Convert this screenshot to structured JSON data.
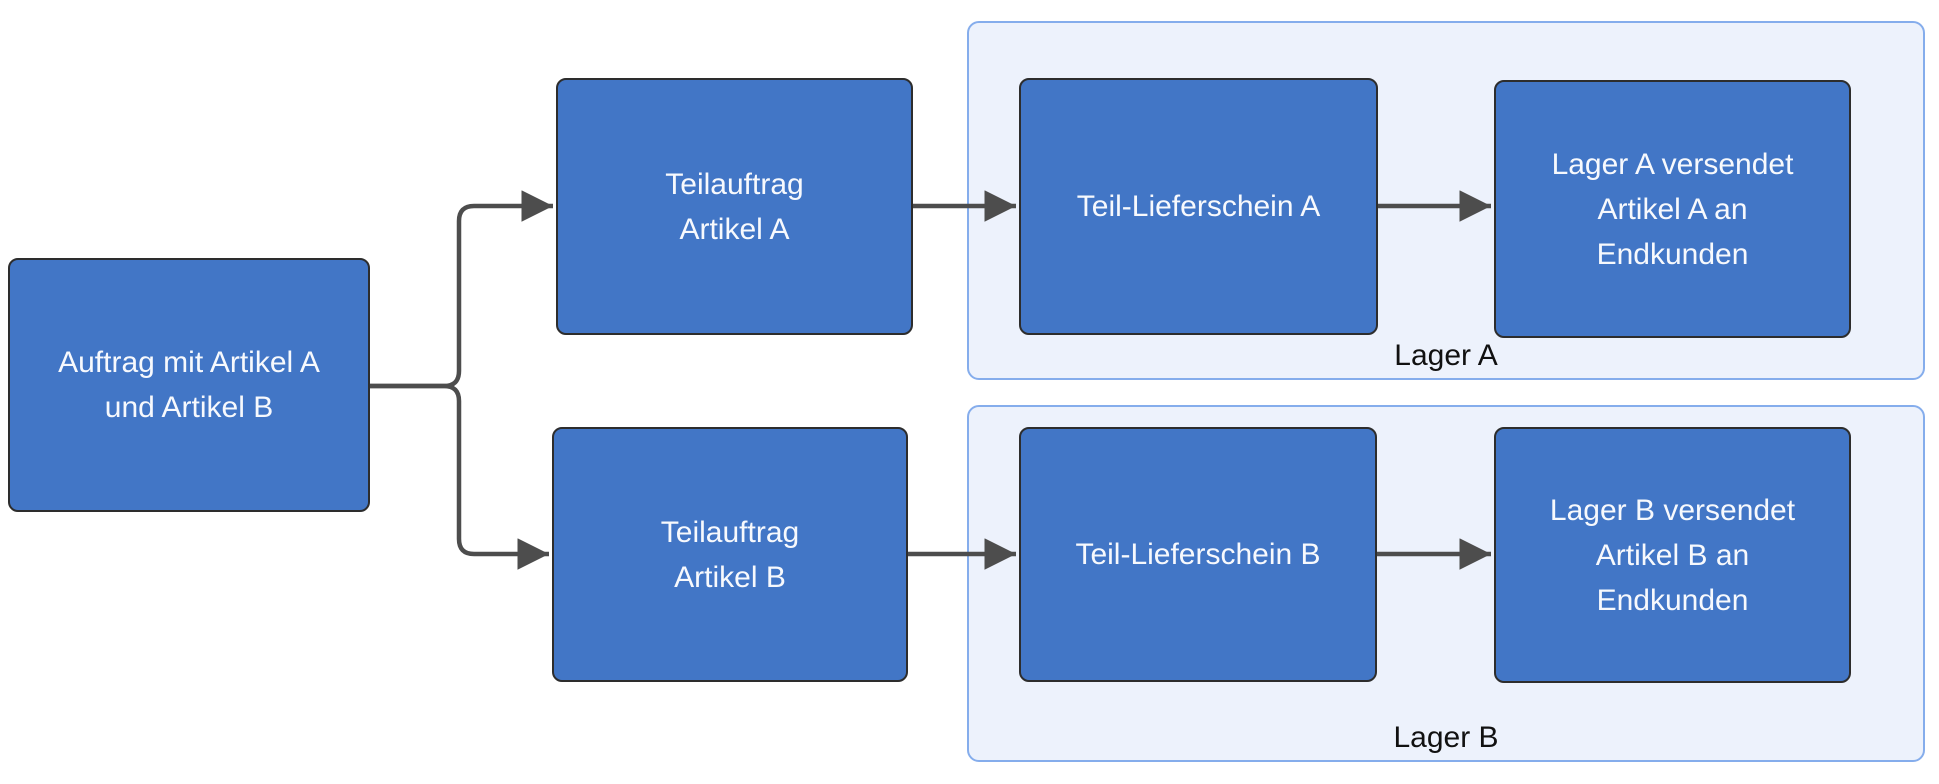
{
  "diagram": {
    "type": "flowchart",
    "direction": "left-to-right",
    "nodes": {
      "auftrag": {
        "label": "Auftrag mit Artikel A\nund Artikel B"
      },
      "teilauftrag_a": {
        "label": "Teilauftrag\nArtikel A"
      },
      "teil_lieferschein_a": {
        "label": "Teil-Lieferschein A"
      },
      "lager_a_versand": {
        "label": "Lager A versendet\nArtikel A an\nEndkunden"
      },
      "teilauftrag_b": {
        "label": "Teilauftrag\nArtikel B"
      },
      "teil_lieferschein_b": {
        "label": "Teil-Lieferschein B"
      },
      "lager_b_versand": {
        "label": "Lager B versendet\nArtikel B an\nEndkunden"
      }
    },
    "groups": {
      "lager_a": {
        "label": "Lager A"
      },
      "lager_b": {
        "label": "Lager B"
      }
    },
    "edges": [
      {
        "from": "auftrag",
        "to": "teilauftrag_a"
      },
      {
        "from": "auftrag",
        "to": "teilauftrag_b"
      },
      {
        "from": "teilauftrag_a",
        "to": "teil_lieferschein_a"
      },
      {
        "from": "teil_lieferschein_a",
        "to": "lager_a_versand"
      },
      {
        "from": "teilauftrag_b",
        "to": "teil_lieferschein_b"
      },
      {
        "from": "teil_lieferschein_b",
        "to": "lager_b_versand"
      }
    ],
    "colors": {
      "node_fill": "#4276C6",
      "node_border": "#2D2D2D",
      "node_text": "#F7F9FD",
      "group_fill": "#EDF2FC",
      "group_border": "#85ADEC",
      "group_text": "#111111",
      "edge": "#4D4D4D",
      "background": "#FFFFFF"
    }
  }
}
